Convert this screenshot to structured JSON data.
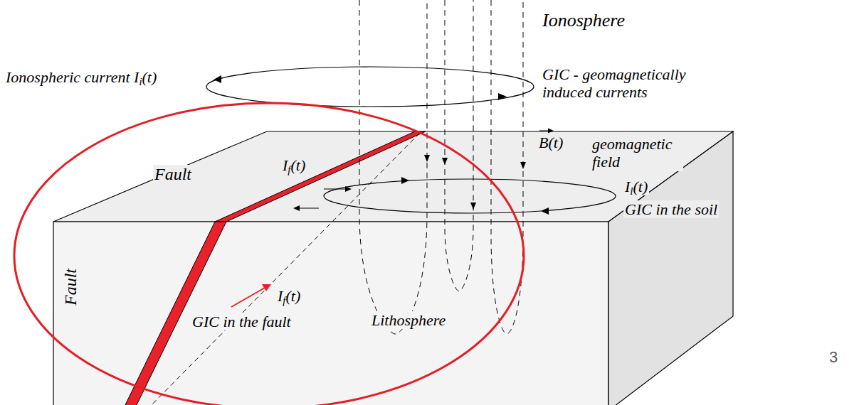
{
  "diagram": {
    "labels": [
      "Ionosphere",
      "Ionospheric current Ii(t)",
      "GIC - geomagnetically induced currents",
      "B(t)",
      "geomagnetic field",
      "If(t)",
      "Il(t)",
      "GIC in the soil",
      "Fault",
      "Fault",
      "If(t)",
      "GIC in the fault",
      "Lithosphere",
      "3"
    ]
  }
}
